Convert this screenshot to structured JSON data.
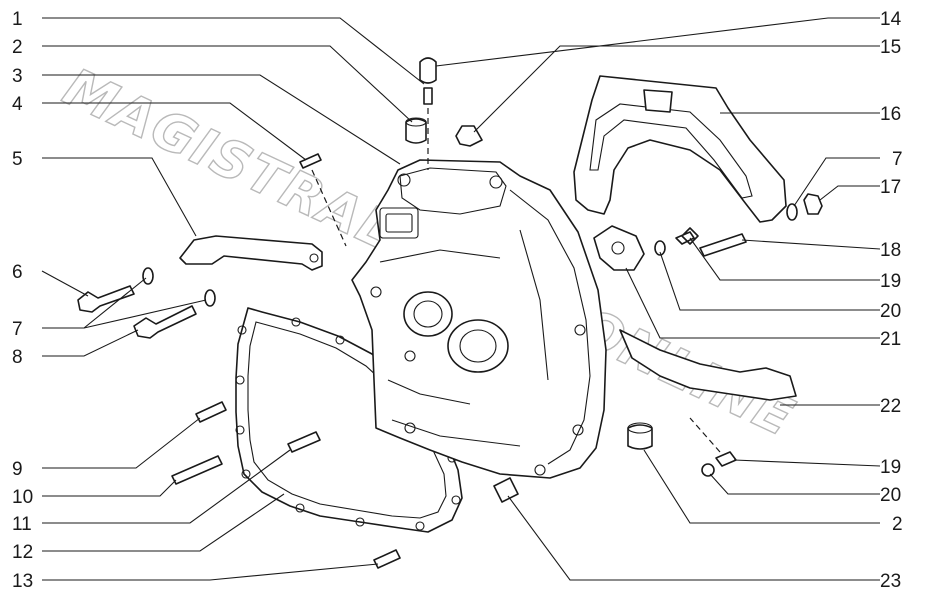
{
  "watermark": "MAGISTRAL-AVTO.ONLINE",
  "callouts": {
    "left": [
      "1",
      "2",
      "3",
      "4",
      "5",
      "6",
      "7",
      "8",
      "9",
      "10",
      "11",
      "12",
      "13"
    ],
    "right": [
      "14",
      "15",
      "16",
      "7",
      "17",
      "18",
      "19",
      "20",
      "21",
      "22",
      "19",
      "20",
      "2",
      "23"
    ]
  }
}
